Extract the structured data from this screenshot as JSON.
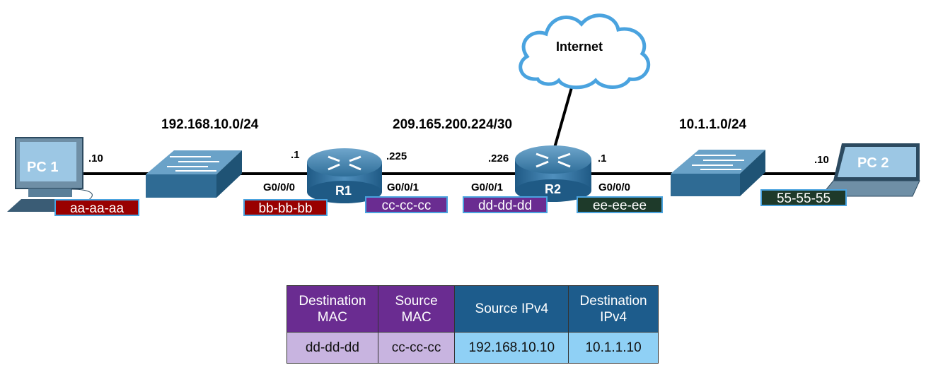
{
  "networks": {
    "lan1": "192.168.10.0/24",
    "wan": "209.165.200.224/30",
    "lan2": "10.1.1.0/24"
  },
  "cloud": {
    "label": "Internet"
  },
  "devices": {
    "pc1": {
      "label": "PC 1",
      "host": ".10",
      "mac": "aa-aa-aa"
    },
    "pc2": {
      "label": "PC 2",
      "host": ".10",
      "mac": "55-55-55"
    },
    "r1": {
      "label": "R1",
      "g000": {
        "iface": "G0/0/0",
        "host": ".1",
        "mac": "bb-bb-bb"
      },
      "g001": {
        "iface": "G0/0/1",
        "host": ".225",
        "mac": "cc-cc-cc"
      }
    },
    "r2": {
      "label": "R2",
      "g001": {
        "iface": "G0/0/1",
        "host": ".226",
        "mac": "dd-dd-dd"
      },
      "g000": {
        "iface": "G0/0/0",
        "host": ".1",
        "mac": "ee-ee-ee"
      }
    }
  },
  "frame_table": {
    "headers": [
      {
        "line1": "Destination",
        "line2": "MAC"
      },
      {
        "line1": "Source",
        "line2": "MAC"
      },
      {
        "line1": "Source IPv4",
        "line2": ""
      },
      {
        "line1": "Destination",
        "line2": "IPv4"
      }
    ],
    "row": [
      "dd-dd-dd",
      "cc-cc-cc",
      "192.168.10.10",
      "10.1.1.10"
    ]
  },
  "colors": {
    "mac_dark_red": "#990000",
    "mac_purple": "#6a2c91",
    "mac_dark_green": "#1e3a2a",
    "header_purple": "#6a2c91",
    "header_blue": "#1d5c8c",
    "cell_lavender": "#c8b4e0",
    "cell_light_blue": "#8fd0f5"
  }
}
